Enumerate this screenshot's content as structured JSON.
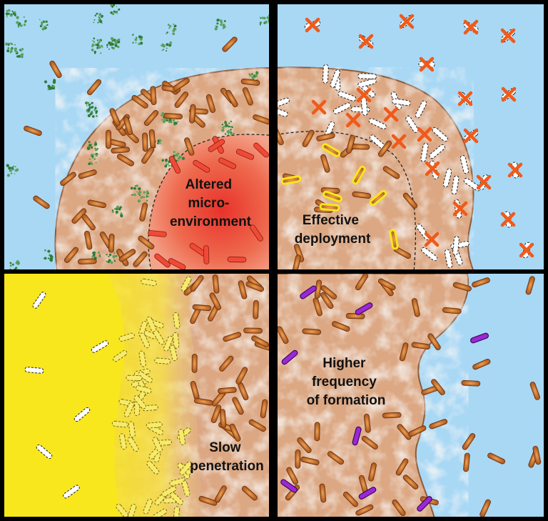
{
  "labels": {
    "altered": [
      "Altered",
      "micro-",
      "environment"
    ],
    "effective": [
      "Effective",
      "deployment"
    ],
    "slow": [
      "Slow",
      "penetration"
    ],
    "higher": [
      "Higher",
      "frequency",
      "of formation"
    ]
  },
  "colors": {
    "background": "#000000",
    "sky_blue": "#a9d8f5",
    "biofilm_tan": "#dca884",
    "biofilm_light": "#eeeae6",
    "core_red": "#e94a3e",
    "antibiotic_yellow": "#f8e71c",
    "cell_brown": "#b35a1f",
    "cell_orange": "#e38a3a",
    "persister_purple": "#9c27d6",
    "kill_x_red": "#f05a1a",
    "speck_green": "#2f7a36"
  },
  "icons": {
    "rod_cell": "rod-bacterium-icon",
    "dead_cell": "dead-cell-outline-icon",
    "cross_mark": "red-x-icon",
    "persister": "persister-cell-icon",
    "agent_particle": "green-speck-icon"
  }
}
